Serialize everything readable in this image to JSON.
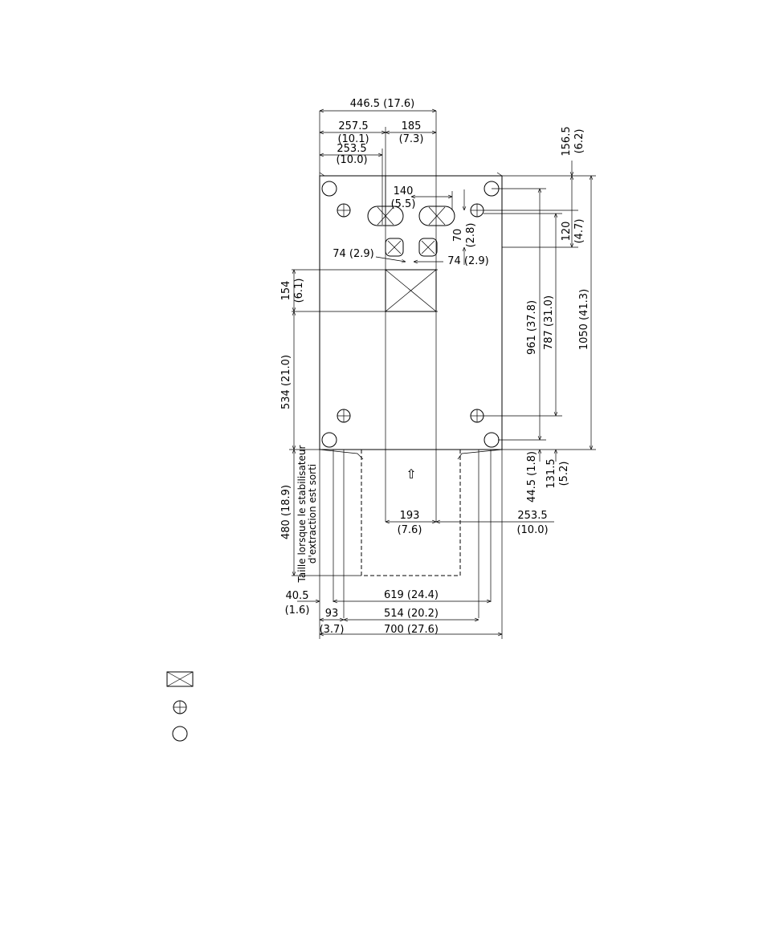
{
  "dimensions": {
    "top_width": "446.5 (17.6)",
    "left_a_mm": "257.5",
    "left_a_in": "(10.1)",
    "right_a_mm": "185",
    "right_a_in": "(7.3)",
    "left_b_mm": "253.5",
    "left_b_in": "(10.0)",
    "top_offset_mm": "156.5",
    "top_offset_in": "(6.2)",
    "hole_spacing_mm": "140",
    "hole_spacing_in": "(5.5)",
    "small_gap_mm": "70",
    "small_gap_in": "(2.8)",
    "mount_120_mm": "120",
    "mount_120_in": "(4.7)",
    "left_74": "74 (2.9)",
    "right_74": "74 (2.9)",
    "window_154_mm": "154",
    "window_154_in": "(6.1)",
    "height_961": "961 (37.8)",
    "height_787": "787 (31.0)",
    "height_1050": "1050 (41.3)",
    "height_534": "534 (21.0)",
    "bottom_44_5": "44.5 (1.8)",
    "bottom_131_5_mm": "131.5",
    "bottom_131_5_in": "(5.2)",
    "ext_480": "480 (18.9)",
    "ext_note_line1": "Taille lorsque le stabilisateur",
    "ext_note_line2": "d'extraction est sorti",
    "slot_193_mm": "193",
    "slot_193_in": "(7.6)",
    "right_253_5_mm": "253.5",
    "right_253_5_in": "(10.0)",
    "left_40_5_mm": "40.5",
    "left_40_5_in": "(1.6)",
    "width_619": "619 (24.4)",
    "left_93_mm": "93",
    "left_93_in": "(3.7)",
    "width_514": "514 (20.2)",
    "width_700": "700 (27.6)",
    "arrow_symbol": "⇧"
  },
  "legend": [
    {
      "icon": "crossed-square-icon"
    },
    {
      "icon": "crosshair-circle-icon"
    },
    {
      "icon": "plain-circle-icon"
    }
  ]
}
